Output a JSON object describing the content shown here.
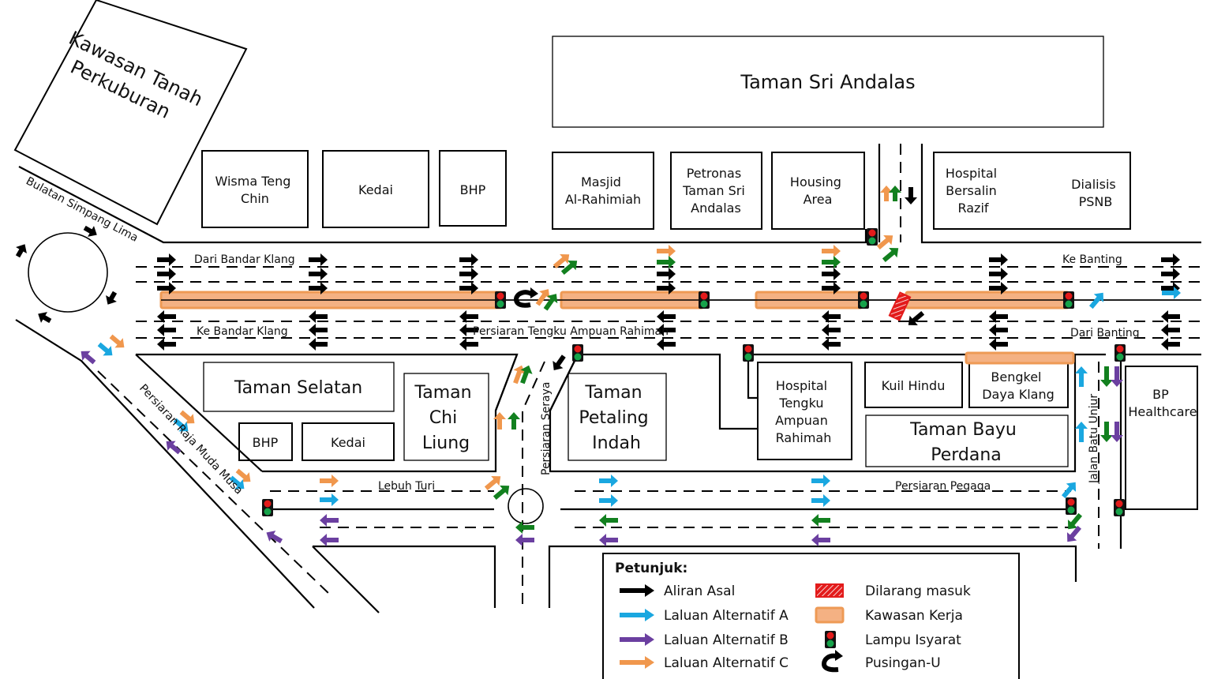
{
  "map": {
    "areas": {
      "tanah_perkuburan": [
        "Kawasan Tanah",
        "Perkuburan"
      ],
      "sri_andalas": "Taman Sri Andalas",
      "wisma": [
        "Wisma Teng",
        "Chin"
      ],
      "kedai_top": "Kedai",
      "bhp_top": "BHP",
      "masjid": [
        "Masjid",
        "Al-Rahimiah"
      ],
      "petronas": [
        "Petronas",
        "Taman Sri",
        "Andalas"
      ],
      "housing": [
        "Housing",
        "Area"
      ],
      "hosp_bersalin": [
        "Hospital",
        "Bersalin",
        "Razif"
      ],
      "dialisis": [
        "Dialisis",
        "PSNB"
      ],
      "taman_selatan": "Taman Selatan",
      "chi_liung": [
        "Taman",
        "Chi",
        "Liung"
      ],
      "bhp_bottom": "BHP",
      "kedai_bottom": "Kedai",
      "petaling": [
        "Taman",
        "Petaling",
        "Indah"
      ],
      "hosp_tengku": [
        "Hospital",
        "Tengku",
        "Ampuan",
        "Rahimah"
      ],
      "kuil": "Kuil Hindu",
      "bengkel": [
        "Bengkel",
        "Daya Klang"
      ],
      "bayu": [
        "Taman Bayu",
        "Perdana"
      ],
      "bp": [
        "BP",
        "Healthcare"
      ]
    },
    "roads": {
      "bulatan": "Bulatan Simpang Lima",
      "dari_klang": "Dari Bandar Klang",
      "ke_klang": "Ke Bandar Klang",
      "tengku": "Persiaran Tengku Ampuan Rahimah",
      "ke_banting": "Ke Banting",
      "dari_banting": "Dari Banting",
      "raja_muda": "Persiaran Raja Muda Musa",
      "seraya": "Persiaran Seraya",
      "lebuh_turi": "Lebuh Turi",
      "pegaga": "Persiaran Pegaga",
      "batu_unjur": "Jalan Batu Unjur"
    }
  },
  "legend": {
    "title": "Petunjuk:",
    "items": [
      {
        "label": "Aliran Asal",
        "type": "arrow",
        "color": "#000000"
      },
      {
        "label": "Laluan Alternatif A",
        "type": "arrow",
        "color": "#1aa7e0"
      },
      {
        "label": "Laluan Alternatif B",
        "type": "arrow",
        "color": "#6b3fa0"
      },
      {
        "label": "Laluan Alternatif C",
        "type": "arrow",
        "color": "#f0974d"
      },
      {
        "label": "Dilarang masuk",
        "type": "no-entry",
        "color": "#e31b1b"
      },
      {
        "label": "Kawasan Kerja",
        "type": "work-zone",
        "color": "#f4b183"
      },
      {
        "label": "Lampu Isyarat",
        "type": "traffic-light",
        "color": "#000000"
      },
      {
        "label": "Pusingan-U",
        "type": "u-turn",
        "color": "#000000"
      }
    ]
  },
  "colors": {
    "original": "#000000",
    "route_a": "#1aa7e0",
    "route_b": "#6b3fa0",
    "route_c": "#f0974d",
    "route_d": "#12801f",
    "work_zone_fill": "#f4b183",
    "work_zone_edge": "#ee9a55",
    "no_entry": "#e31b1b",
    "light_red": "#e31b1b",
    "light_green": "#16a34a"
  }
}
